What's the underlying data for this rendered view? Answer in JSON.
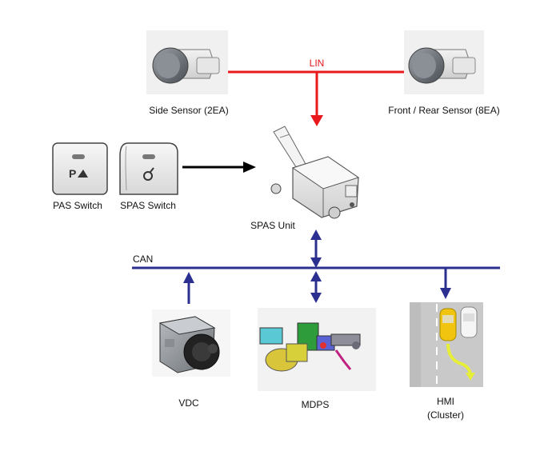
{
  "labels": {
    "lin": "LIN",
    "can": "CAN",
    "side_sensor": "Side Sensor (2EA)",
    "front_rear_sensor": "Front / Rear Sensor (8EA)",
    "pas_switch": "PAS Switch",
    "spas_switch": "SPAS Switch",
    "spas_unit": "SPAS Unit",
    "vdc": "VDC",
    "mdps": "MDPS",
    "hmi_line1": "HMI",
    "hmi_line2": "(Cluster)"
  },
  "colors": {
    "lin": "#e8181c",
    "can": "#2b2f8f",
    "switch_arrow": "#000000"
  }
}
